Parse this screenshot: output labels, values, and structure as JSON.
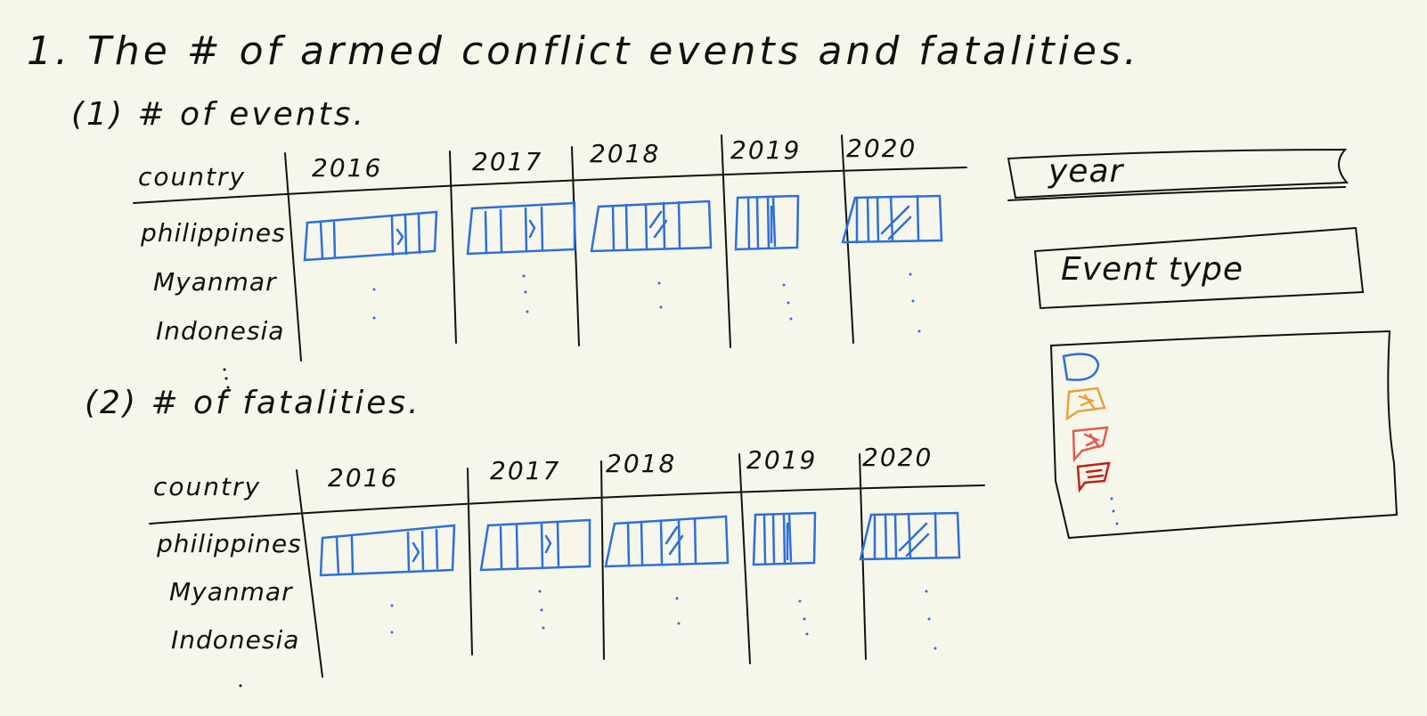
{
  "title": "1. The # of armed conflict events and fatalities.",
  "sections": [
    {
      "heading": "(1) # of events.",
      "country_header": "country",
      "years": [
        "2016",
        "2017",
        "2018",
        "2019",
        "2020"
      ],
      "countries": [
        "philippines",
        "Myanmar",
        "Indonesia"
      ]
    },
    {
      "heading": "(2) # of fatalities.",
      "country_header": "country",
      "years": [
        "2016",
        "2017",
        "2018",
        "2019",
        "2020"
      ],
      "countries": [
        "philippines",
        "Myanmar",
        "Indonesia"
      ]
    }
  ],
  "filters": {
    "year_label": "year",
    "event_type_label": "Event type"
  },
  "legend": {
    "colors": [
      "#2d6fd8",
      "#e8a13a",
      "#e05c4f",
      "#c0201a"
    ]
  },
  "colors": {
    "ink": "#111111",
    "bar_stroke": "#2d6fd8",
    "background": "#f7f6ea"
  }
}
